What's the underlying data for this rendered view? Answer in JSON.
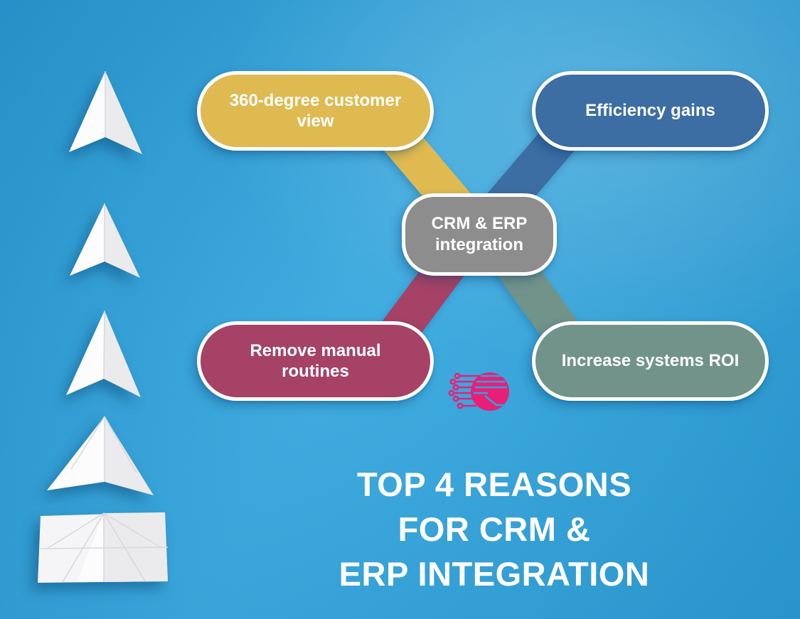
{
  "canvas": {
    "background": "#2aa3dd"
  },
  "title": {
    "lines": [
      "TOP 4 REASONS",
      "FOR CRM &",
      "ERP INTEGRATION"
    ],
    "color": "#ffffff"
  },
  "diagram": {
    "center": {
      "label": "CRM & ERP integration",
      "color": "#8e8d8e"
    },
    "nodes": [
      {
        "id": "top-left",
        "label": "360-degree customer view",
        "color": "#dfba50"
      },
      {
        "id": "top-right",
        "label": "Efficiency gains",
        "color": "#3c6da3"
      },
      {
        "id": "bottom-left",
        "label": "Remove manual routines",
        "color": "#a54266"
      },
      {
        "id": "bottom-right",
        "label": "Increase systems ROI",
        "color": "#71938a"
      }
    ]
  },
  "logo": {
    "name": "circuit-circle",
    "color": "#e91f77",
    "cut_color": "#2ba5df"
  },
  "decor": {
    "paper_planes": 5,
    "plane_color": "#ffffff"
  }
}
